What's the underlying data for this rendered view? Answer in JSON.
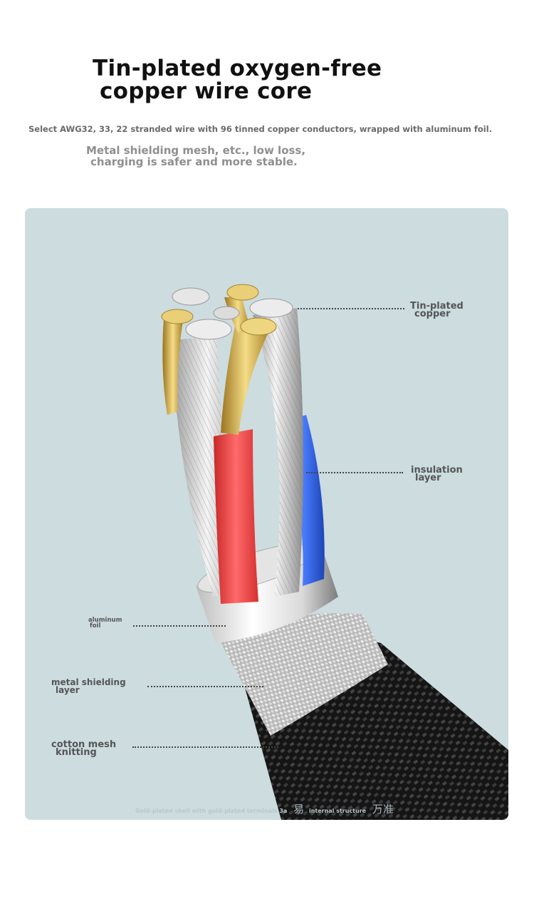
{
  "header": {
    "title_line1": "Tin-plated oxygen-free",
    "title_line2": "copper wire core",
    "subtitle": "Select AWG32, 33, 22 stranded wire with 96 tinned copper conductors, wrapped with aluminum foil.",
    "tagline_line1": "Metal shielding mesh, etc., low loss,",
    "tagline_line2": "charging is safer and more stable."
  },
  "labels": {
    "tin_plated_l1": "Tin-plated",
    "tin_plated_l2": "copper",
    "insulation_l1": "insulation",
    "insulation_l2": "layer",
    "aluminum_l1": "aluminum",
    "aluminum_l2": "foil",
    "shield_l1": "metal shielding",
    "shield_l2": "layer",
    "cotton_l1": "cotton mesh",
    "cotton_l2": "knitting"
  },
  "watermark": {
    "text": "Gold-plated shell with gold-plated terminals 3a",
    "mark1": "易",
    "internal": "internal structure",
    "mark2": "万准"
  },
  "colors": {
    "panel_bg": "#ccdcdf",
    "braid": "#1c1c1c",
    "red_wire": "#ee3f3f",
    "blue_wire": "#2b5fe0",
    "gold": "#d6b04a",
    "silver": "#c9c9c9"
  }
}
